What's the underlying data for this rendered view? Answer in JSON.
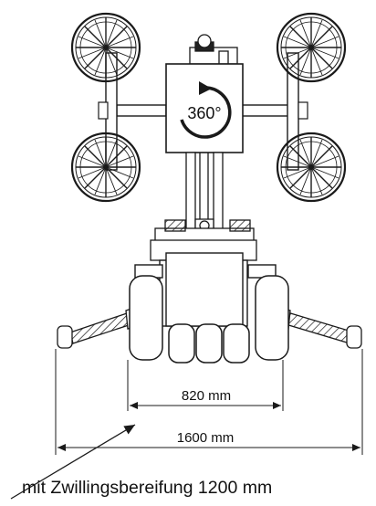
{
  "rotation_label": "360°",
  "dimensions": {
    "inner_width_label": "820 mm",
    "outer_width_label": "1600 mm"
  },
  "caption": "mit Zwillingsbereifung 1200 mm",
  "colors": {
    "line": "#1a1a1a",
    "background": "#ffffff"
  }
}
